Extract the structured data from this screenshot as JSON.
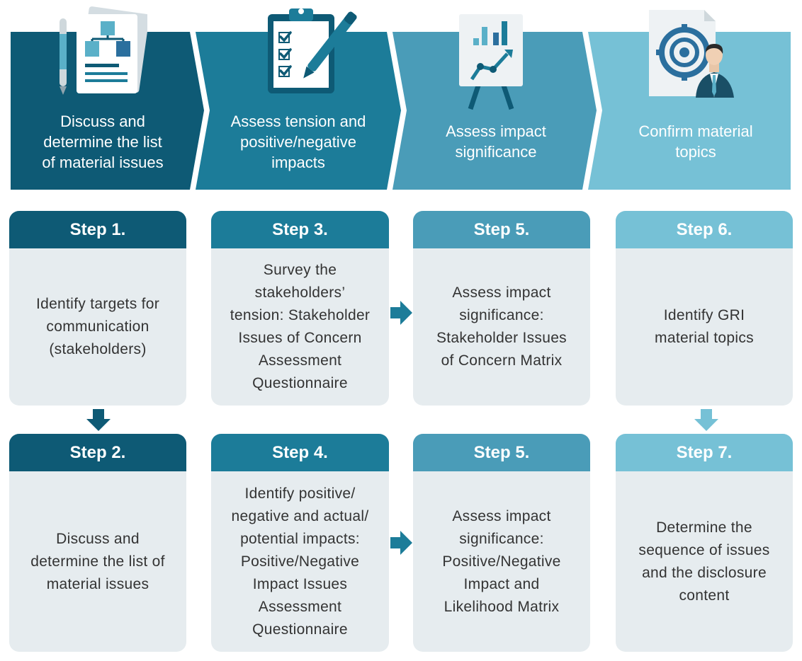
{
  "colors": {
    "phase1": "#0e5a75",
    "phase2": "#1c7c99",
    "phase3": "#4a9cb8",
    "phase4": "#76c1d6",
    "body": "#e6ecef",
    "text": "#333333"
  },
  "phases": [
    {
      "label_lines": [
        "Discuss and",
        "determine the list",
        "of material issues"
      ],
      "icon": "document-flowchart-icon"
    },
    {
      "label_lines": [
        "Assess tension and",
        "positive/negative",
        "impacts"
      ],
      "icon": "clipboard-checklist-icon"
    },
    {
      "label_lines": [
        "Assess impact",
        "significance"
      ],
      "icon": "presentation-chart-icon"
    },
    {
      "label_lines": [
        "Confirm material",
        "topics"
      ],
      "icon": "target-businessman-icon"
    }
  ],
  "steps": {
    "s1": {
      "title": "Step 1.",
      "lines": [
        "Identify targets for",
        "communication",
        "(stakeholders)"
      ]
    },
    "s3": {
      "title": "Step 3.",
      "lines": [
        "Survey the",
        "stakeholders’",
        "tension: Stakeholder",
        "Issues of Concern",
        "Assessment",
        "Questionnaire"
      ]
    },
    "s5a": {
      "title": "Step 5.",
      "lines": [
        "Assess impact",
        "significance:",
        "Stakeholder Issues",
        "of Concern Matrix"
      ]
    },
    "s6": {
      "title": "Step 6.",
      "lines": [
        "Identify GRI",
        "material topics"
      ]
    },
    "s2": {
      "title": "Step 2.",
      "lines": [
        "Discuss and",
        "determine the list of",
        "material issues"
      ]
    },
    "s4": {
      "title": "Step 4.",
      "lines": [
        "Identify positive/",
        "negative and actual/",
        "potential impacts:",
        "Positive/Negative",
        "Impact Issues",
        "Assessment",
        "Questionnaire"
      ]
    },
    "s5b": {
      "title": "Step 5.",
      "lines": [
        "Assess impact",
        "significance:",
        "Positive/Negative",
        "Impact and",
        "Likelihood Matrix"
      ]
    },
    "s7": {
      "title": "Step 7.",
      "lines": [
        "Determine the",
        "sequence of issues",
        "and the disclosure",
        "content"
      ]
    }
  }
}
